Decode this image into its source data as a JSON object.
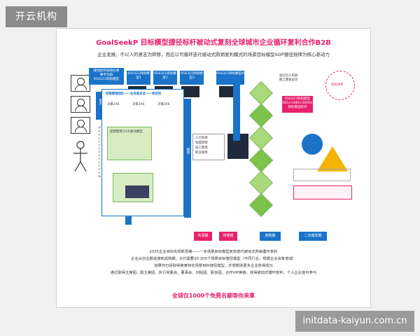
{
  "badge": {
    "text": "开云机构"
  },
  "watermark": {
    "text": "initdata-kaiyun.com.cn"
  },
  "poster": {
    "title": "GoalSeekP 目标模型捷径标杆被动式复刻全球城市企业循环复利合作B2B",
    "subtitle": "企业发展，不以人的意志为转移，而应以可循环迭代被动式购销复利模式的场景目标模型SOP捷径规律为核心驱动力",
    "left_labels": {
      "v1": "服务",
      "v2": "跑道",
      "v3": "跟进"
    },
    "top_box": "捷径标杆规律办事\n事半功倍\n654321目标模型",
    "model_boxes": [
      "654321目标模型1",
      "654321目标模型2",
      "654321目标模型3",
      "654321目标模型N"
    ],
    "panel_title": "经营管理团队——业务委员会——项目团",
    "decision_labels": [
      "决策3X6",
      "决策3X6",
      "决策3X6"
    ],
    "green_box": "经营管理7/3大板块模型",
    "people_labels": [
      "人力资源",
      "制度管理",
      "员工管理",
      "职业规划"
    ],
    "right_box_top": "站在巨人的肩膀上便拿必达",
    "right_box": "654321目标模型\n365×1380×30000+\n目标模型标杆",
    "right_circle": "目标体系",
    "bottom_buttons": [
      "利润模",
      "增量模",
      "复购期",
      "二次爆发期"
    ],
    "bottom_lines": [
      "2025企业目标实现新思路——一多场景目标模型复刻迭代被动式购销循环复利",
      "企业从创业期进渡到成熟期，大约需要20-300个场景目标捷径模型（不同行业，规模企业会有增减）",
      "如果你已经取得某某特定场景目标捷径模型，并想帮助更多企业获得成功",
      "通过取得主席团、副主席团、执行常委会、董事会、创始团、联创团、合作VIP席格，获得被动式循环复利，个人企业皆可参与"
    ],
    "cta": "全球仅1000个免费名额等你来拿"
  }
}
